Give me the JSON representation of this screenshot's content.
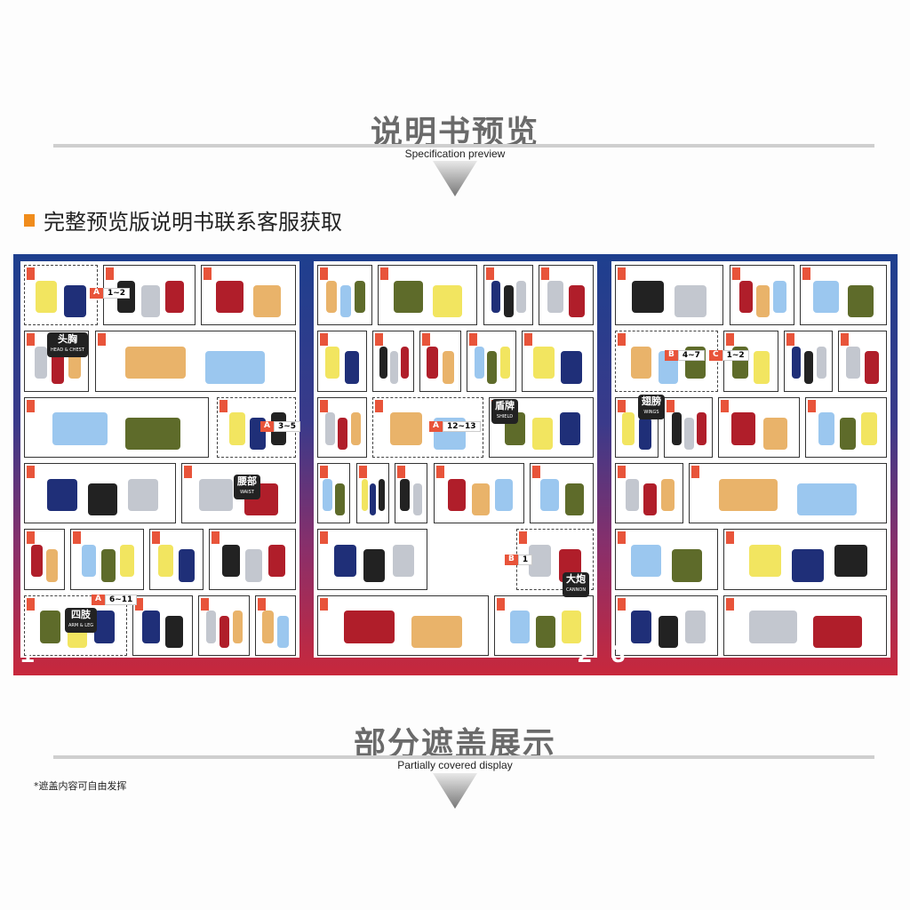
{
  "sections": [
    {
      "title": "说明书预览",
      "subtitle": "Specification preview"
    },
    {
      "title": "部分遮盖展示",
      "subtitle": "Partially covered display"
    }
  ],
  "notice": "完整预览版说明书联系客服获取",
  "cover_note": "*遮盖内容可自由发挥",
  "colors": {
    "accent": "#f08c1c",
    "manual_top": "#1e3f8e",
    "manual_bottom": "#c8283c",
    "step_badge": "#e8543a"
  },
  "manual": {
    "pages": [
      {
        "number": "1",
        "tags": [
          {
            "label": "头胸",
            "sub": "HEAD & CHEST"
          },
          {
            "label": "腰部",
            "sub": "WAIST"
          },
          {
            "label": "四肢",
            "sub": "ARM & LEG"
          }
        ],
        "ranges": [
          {
            "letter": "A",
            "range": "1~2"
          },
          {
            "letter": "A",
            "range": "3~5"
          },
          {
            "letter": "A",
            "range": "6~11"
          }
        ]
      },
      {
        "number": "2",
        "tags": [
          {
            "label": "盾牌",
            "sub": "SHIELD"
          },
          {
            "label": "大炮",
            "sub": "CANNON"
          }
        ],
        "ranges": [
          {
            "letter": "A",
            "range": "12~13"
          },
          {
            "letter": "B",
            "range": "1"
          }
        ]
      },
      {
        "number": "3",
        "tags": [
          {
            "label": "翅膀",
            "sub": "WINGS"
          }
        ],
        "ranges": [
          {
            "letter": "B",
            "range": "4~7"
          },
          {
            "letter": "C",
            "range": "1~2"
          }
        ]
      }
    ]
  }
}
